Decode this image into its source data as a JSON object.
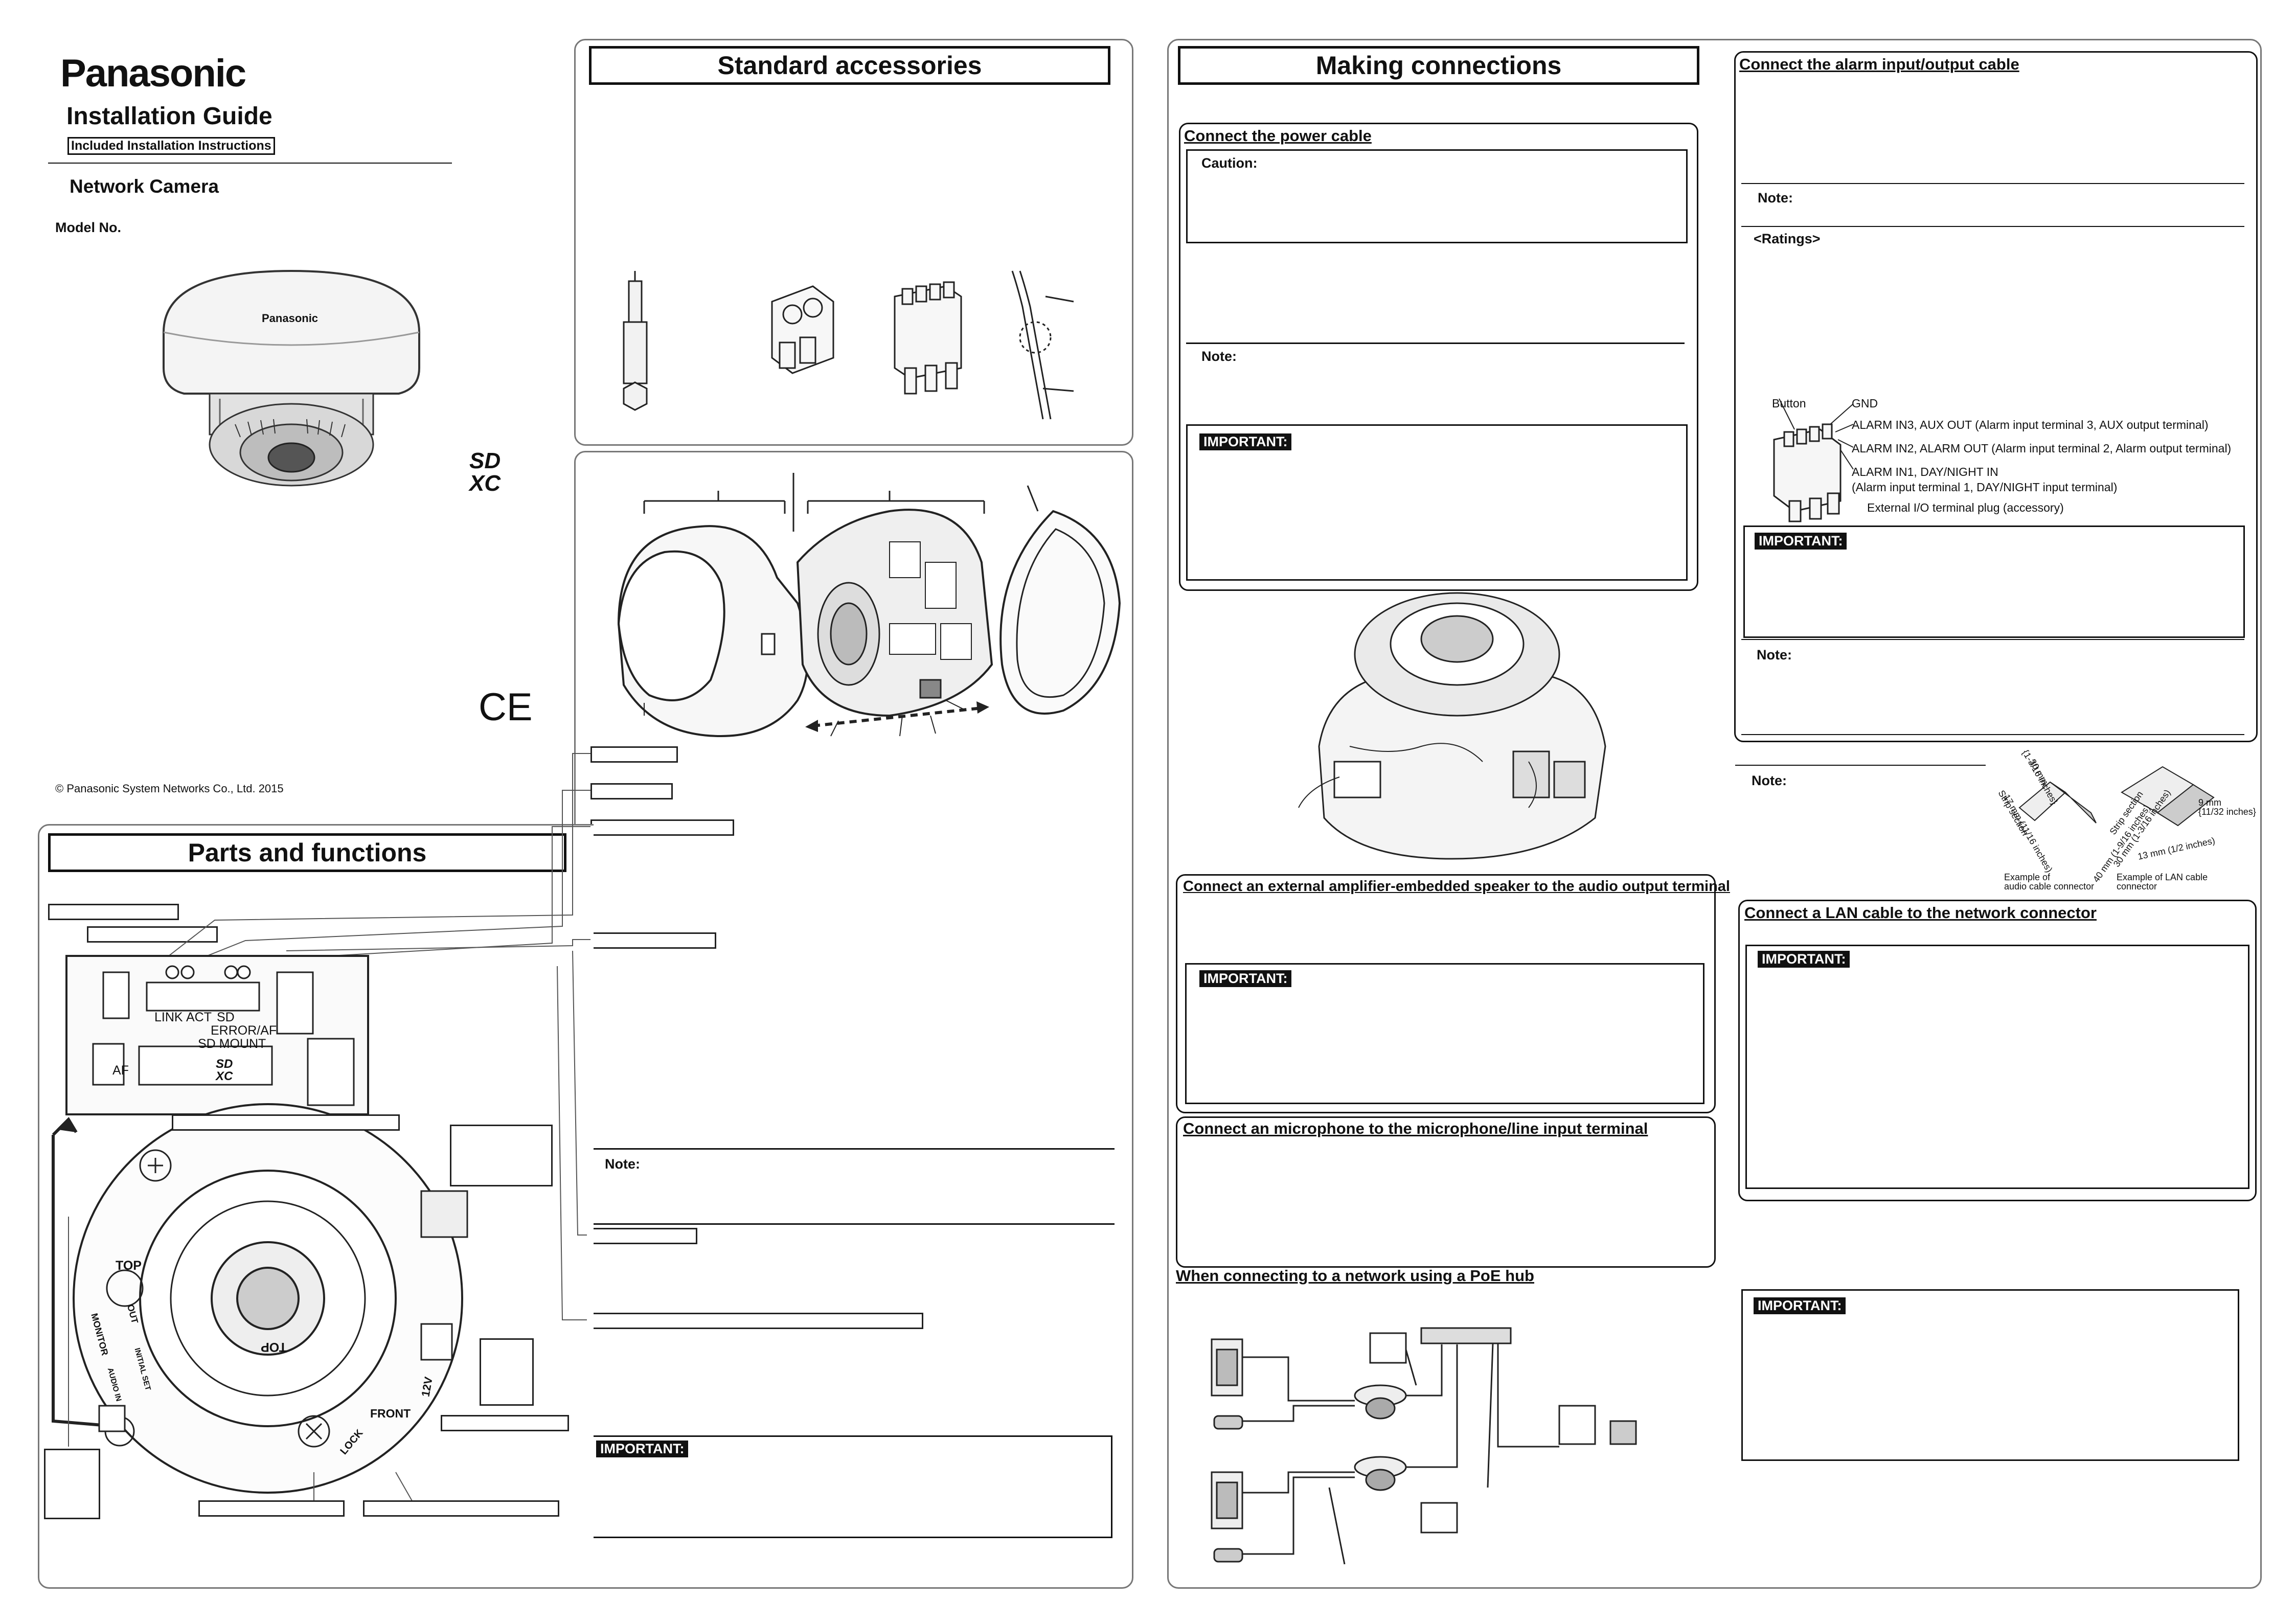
{
  "cover": {
    "brand": "Panasonic",
    "guide_title": "Installation Guide",
    "guide_subtitle": "Included Installation Instructions",
    "product": "Network Camera",
    "model_label": "Model No.",
    "camera_logo": "Panasonic",
    "copyright": "© Panasonic System Networks Co., Ltd. 2015",
    "sd_logo": "SD XC",
    "ce_mark": "CE"
  },
  "standard_accessories": {
    "title": "Standard accessories"
  },
  "parts_and_functions": {
    "title": "Parts and functions",
    "led_labels": [
      "LINK",
      "ACT",
      "SD",
      "ERROR/AF",
      "SD MOUNT"
    ],
    "af_label": "AF",
    "dome_labels": [
      "TOP",
      "TOP",
      "FRONT",
      "LOCK",
      "12V",
      "MONITOR",
      "OUT",
      "INITIAL SET",
      "AUDIO IN"
    ],
    "note_label": "Note:",
    "important_label": "IMPORTANT:"
  },
  "making_connections": {
    "title": "Making connections",
    "power": {
      "title": "Connect the power cable",
      "caution": "Caution:",
      "note": "Note:",
      "important": "IMPORTANT:"
    },
    "speaker": {
      "title": "Connect an external amplifier-embedded speaker to the audio output terminal",
      "important": "IMPORTANT:"
    },
    "microphone": {
      "title": "Connect an microphone to the microphone/line input terminal"
    },
    "poe": {
      "title": "When connecting to a network using a PoE hub"
    }
  },
  "alarm": {
    "title": "Connect the alarm input/output cable",
    "note1": "Note:",
    "ratings": "<Ratings>",
    "terminal_labels": {
      "button": "Button",
      "gnd": "GND",
      "in3": "ALARM IN3, AUX OUT (Alarm input terminal 3, AUX output terminal)",
      "in2": "ALARM IN2, ALARM OUT (Alarm input terminal 2, Alarm output terminal)",
      "in1": "ALARM IN1, DAY/NIGHT IN",
      "in1_desc": "(Alarm input terminal 1, DAY/NIGHT input terminal)",
      "plug": "External I/O terminal plug (accessory)"
    },
    "important": "IMPORTANT:",
    "note2": "Note:",
    "note3": "Note:",
    "cable_dims": {
      "audio_a": "30 mm",
      "audio_a_in": "{1-3/16 inches}",
      "audio_strip": "Strip section",
      "audio_b": "17 mm (11/16 inches)",
      "lan_a": "Strip section",
      "lan_b": "30 mm (1-3/16 inches)",
      "lan_c": "40 mm (1-9/16 inches)",
      "lan_d": "9 mm",
      "lan_d_in": "{11/32 inches}",
      "lan_e": "13 mm (1/2 inches)",
      "audio_example": "Example of",
      "audio_example2": "audio cable connector",
      "lan_example": "Example of LAN cable",
      "lan_example2": "connector"
    }
  },
  "lan": {
    "title": "Connect a LAN cable to the network connector",
    "important": "IMPORTANT:"
  },
  "bottom_right": {
    "important": "IMPORTANT:"
  }
}
